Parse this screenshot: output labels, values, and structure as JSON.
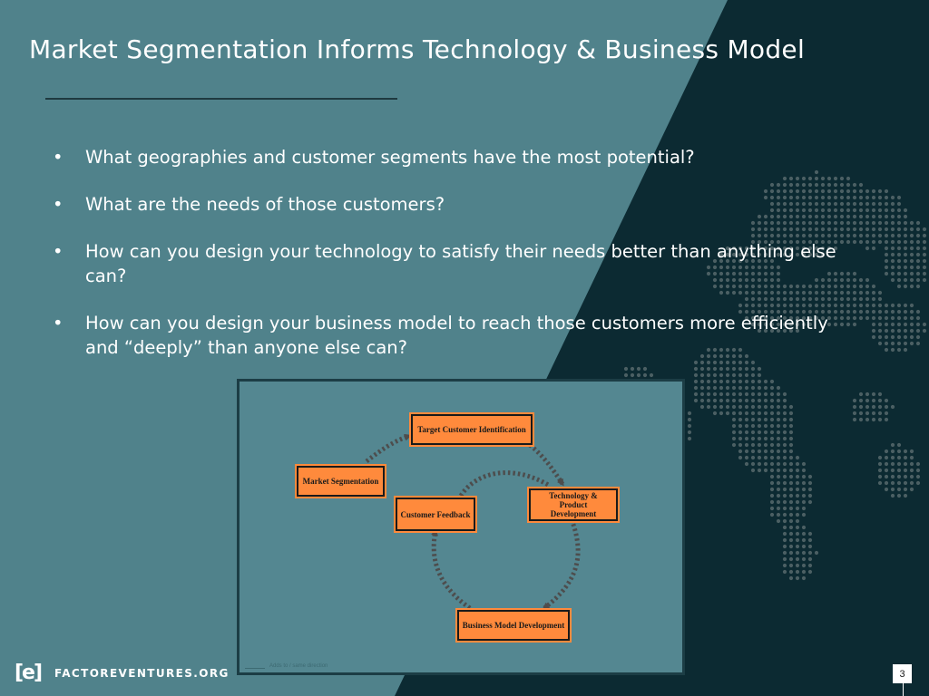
{
  "slide": {
    "title": "Market Segmentation Informs Technology & Business Model",
    "bullets": [
      "What geographies and customer segments have the most potential?",
      "What are the needs of those customers?",
      "How can you design your technology to satisfy their needs better than anything else can?",
      "How can you design your business model to reach those customers more efficiently and “deeply” than anyone else can?"
    ],
    "bullet_symbol": "•"
  },
  "diagram": {
    "nodes": {
      "target": "Target Customer Identification",
      "market": "Market Segmentation",
      "feedback": "Customer Feedback",
      "technology": "Technology & Product Development",
      "business": "Business Model Development"
    },
    "legend": "Adds to / same direction"
  },
  "footer": {
    "logo_mark": "[e]",
    "brand": "FACTOREVENTURES.ORG",
    "page_number": "3"
  },
  "colors": {
    "background": "#50828b",
    "dark_panel": "#0c2a32",
    "dots": "#4b5f63",
    "box_fill": "#ff8a3c",
    "arrows": "#4d4d4d"
  },
  "icons": [
    "world-map-dots-icon",
    "cycle-arrow-icon"
  ]
}
